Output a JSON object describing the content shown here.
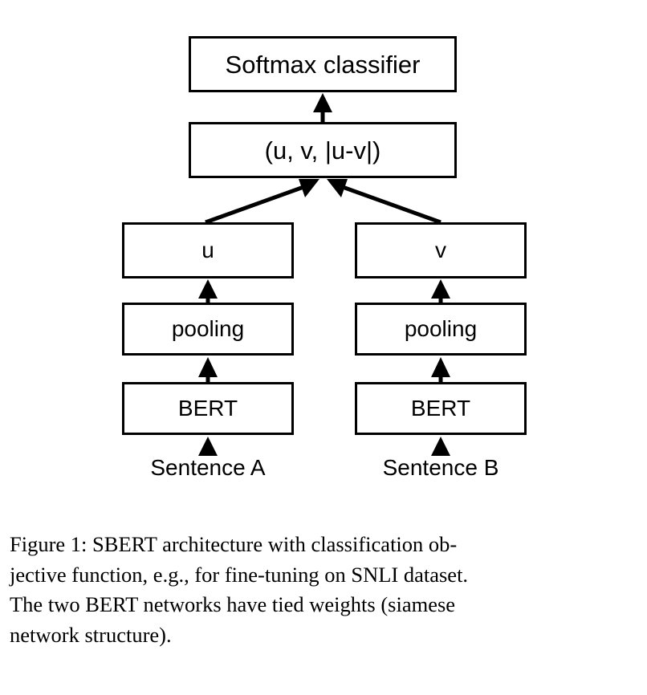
{
  "figure": {
    "id": "figure-1",
    "type": "architecture-diagram",
    "background_color": "#ffffff",
    "stroke_color": "#000000",
    "nodes": [
      {
        "key": "softmax",
        "label": "Softmax classifier",
        "role": "output-classifier"
      },
      {
        "key": "concat",
        "label": "(u, v, |u-v|)",
        "role": "feature-concatenation"
      },
      {
        "key": "u",
        "label": "u",
        "role": "sentence-embedding-left"
      },
      {
        "key": "v",
        "label": "v",
        "role": "sentence-embedding-right"
      },
      {
        "key": "pooling_left",
        "label": "pooling",
        "role": "pooling-left"
      },
      {
        "key": "pooling_right",
        "label": "pooling",
        "role": "pooling-right"
      },
      {
        "key": "bert_left",
        "label": "BERT",
        "role": "encoder-left"
      },
      {
        "key": "bert_right",
        "label": "BERT",
        "role": "encoder-right"
      }
    ],
    "inputs": [
      {
        "key": "sentence_a",
        "label": "Sentence A"
      },
      {
        "key": "sentence_b",
        "label": "Sentence B"
      }
    ],
    "edges": [
      {
        "from": "concat",
        "to": "softmax",
        "style": "straight-arrow-up"
      },
      {
        "from": "u",
        "to": "concat",
        "style": "diagonal-arrow-up-right"
      },
      {
        "from": "v",
        "to": "concat",
        "style": "diagonal-arrow-up-left"
      },
      {
        "from": "pooling_left",
        "to": "u",
        "style": "straight-arrow-up"
      },
      {
        "from": "pooling_right",
        "to": "v",
        "style": "straight-arrow-up"
      },
      {
        "from": "bert_left",
        "to": "pooling_left",
        "style": "straight-arrow-up"
      },
      {
        "from": "bert_right",
        "to": "pooling_right",
        "style": "straight-arrow-up"
      },
      {
        "from": "sentence_a",
        "to": "bert_left",
        "style": "straight-arrow-up"
      },
      {
        "from": "sentence_b",
        "to": "bert_right",
        "style": "straight-arrow-up"
      }
    ]
  },
  "caption": {
    "full_text": "Figure 1: SBERT architecture with classification objective function, e.g., for fine-tuning on SNLI dataset. The two BERT networks have tied weights (siamese network structure).",
    "lines": [
      "Figure 1:  SBERT architecture with classification ob-",
      "jective function, e.g., for fine-tuning on SNLI dataset.",
      "The two BERT networks have tied weights (siamese",
      "network structure)."
    ]
  }
}
